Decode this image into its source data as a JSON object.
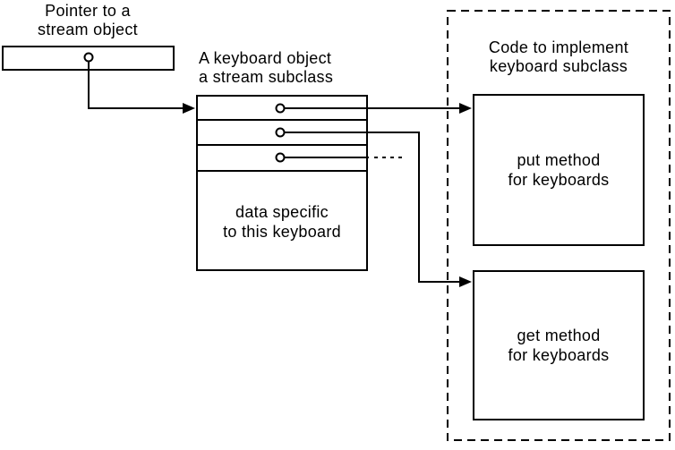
{
  "diagram": {
    "colors": {
      "line": "#000000",
      "text": "#000000",
      "background": "#ffffff"
    },
    "pointer": {
      "label": "Pointer to a\nstream object"
    },
    "keyboard_object": {
      "label": "A keyboard object\na stream subclass",
      "data_label": "data specific\nto this keyboard",
      "method_slot_count": 3
    },
    "code_container": {
      "label": "Code to implement\nkeyboard subclass",
      "put_label": "put method\nfor keyboards",
      "get_label": "get method\nfor keyboards"
    }
  }
}
